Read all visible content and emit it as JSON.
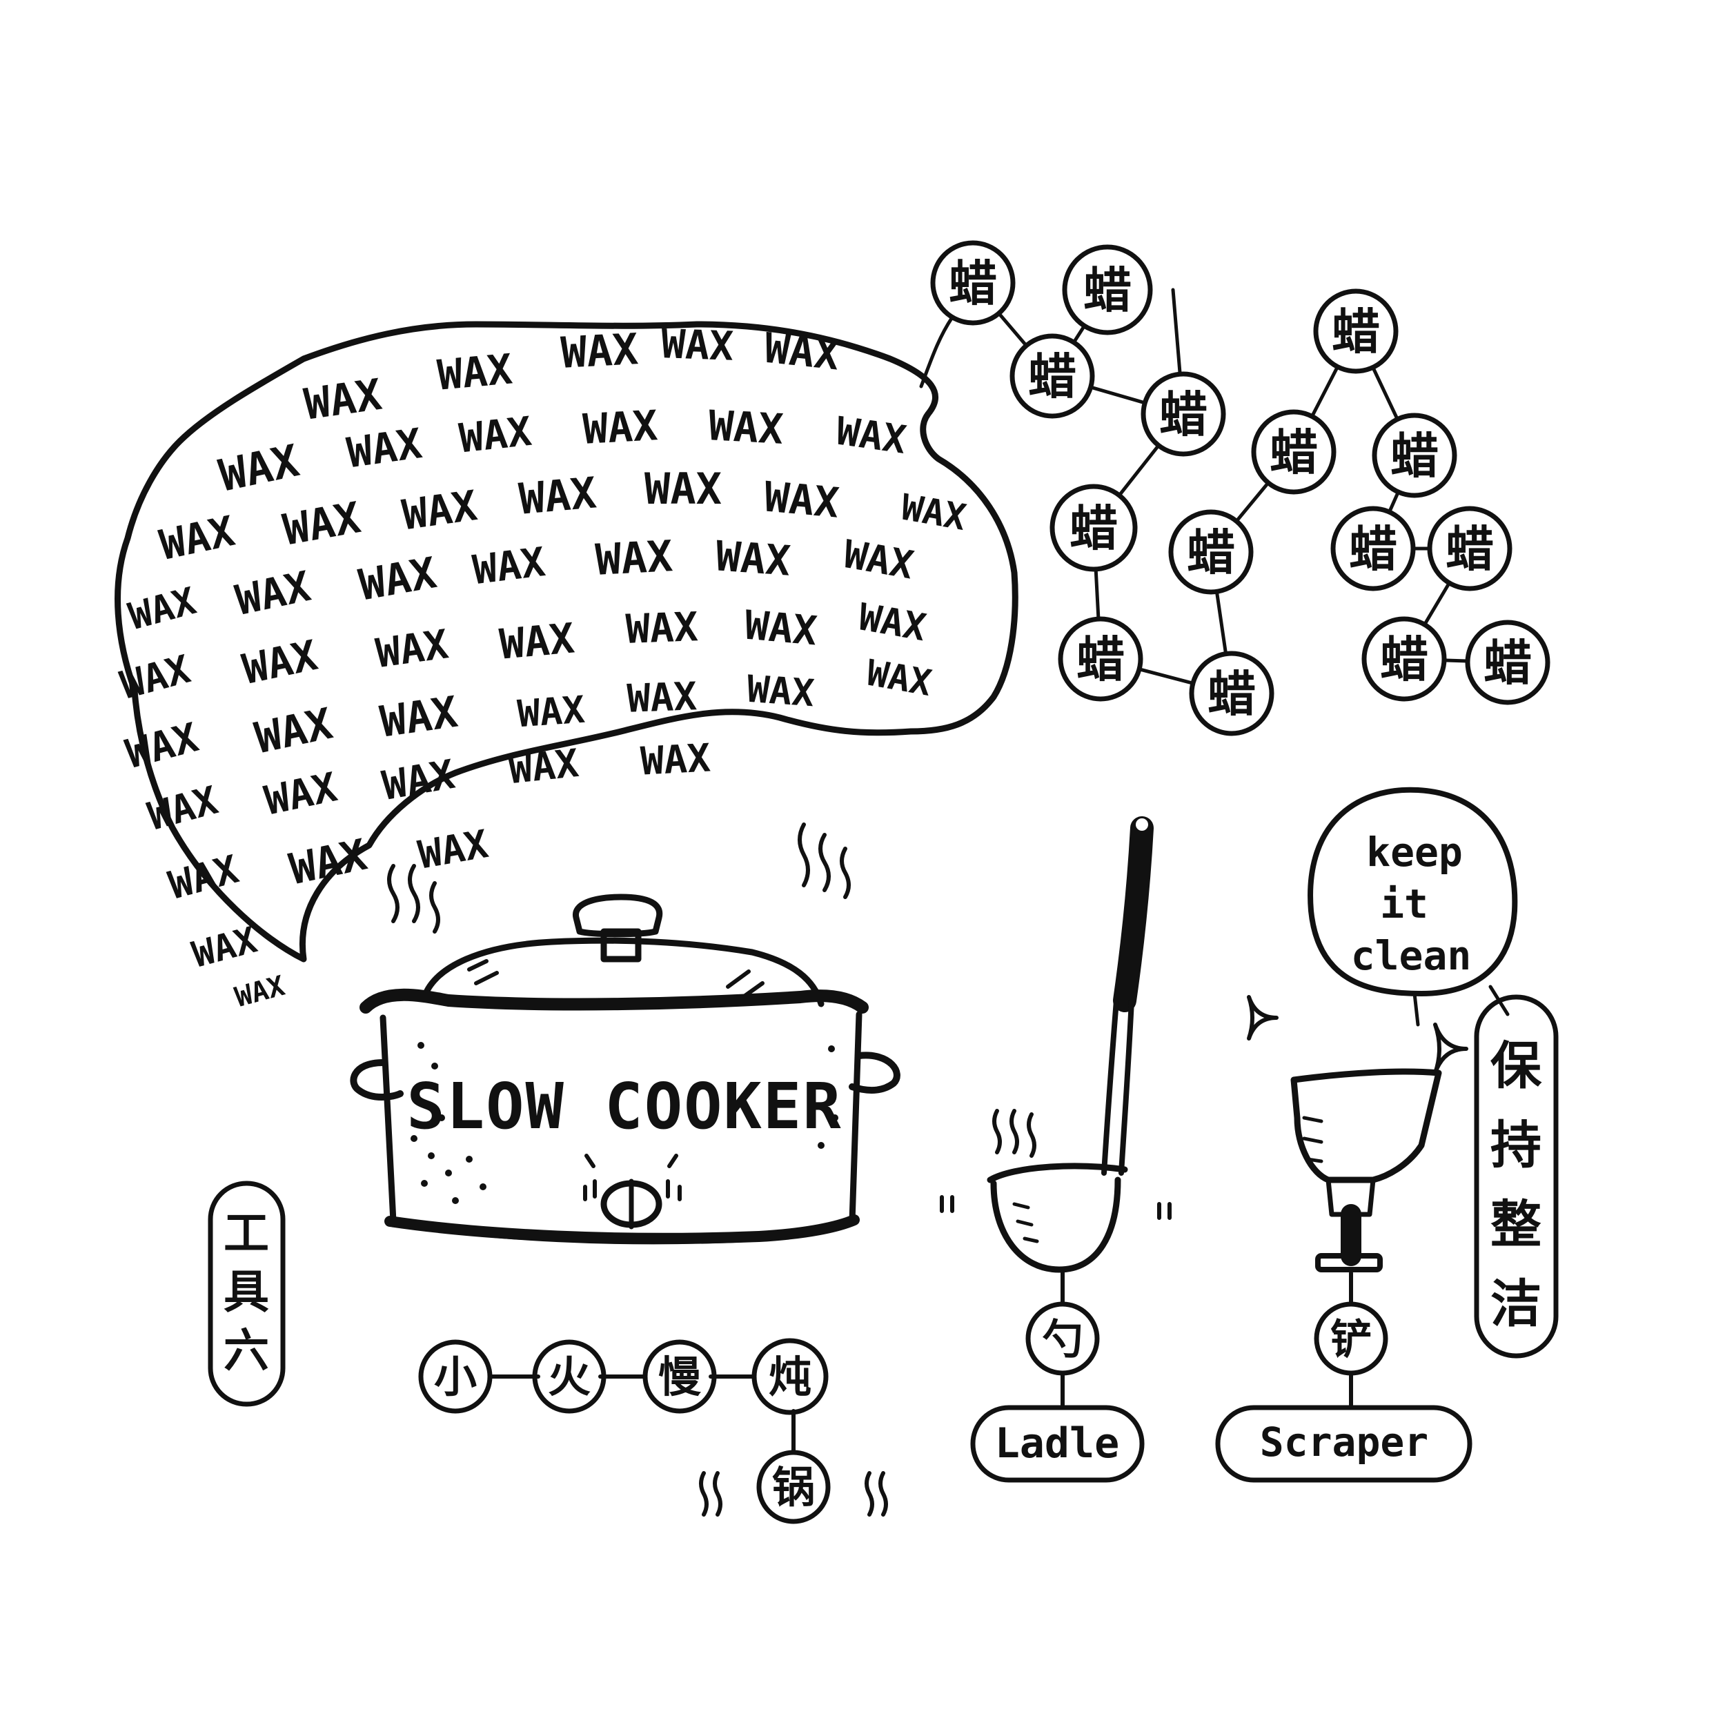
{
  "wax_word": "WAX",
  "cloud_chars": [
    "蜡",
    "蜡",
    "蜡",
    "蜡",
    "蜡",
    "蜡",
    "蜡",
    "蜡",
    "蜡",
    "蜡",
    "蜡",
    "蜡",
    "蜡",
    "蜡",
    "蜡"
  ],
  "slow_cooker_label": "SLOW COOKER",
  "tools_label": [
    "工",
    "具",
    "六"
  ],
  "slow_stew_chars": [
    "小",
    "火",
    "慢",
    "炖"
  ],
  "pot_char": "锅",
  "ladle_char": "勺",
  "ladle_label": "Ladle",
  "scraper_char": "铲",
  "scraper_label": "Scraper",
  "keep_clean_lines": [
    "keep",
    "it",
    "clean"
  ],
  "keep_clean_cn": [
    "保",
    "持",
    "整",
    "洁"
  ]
}
